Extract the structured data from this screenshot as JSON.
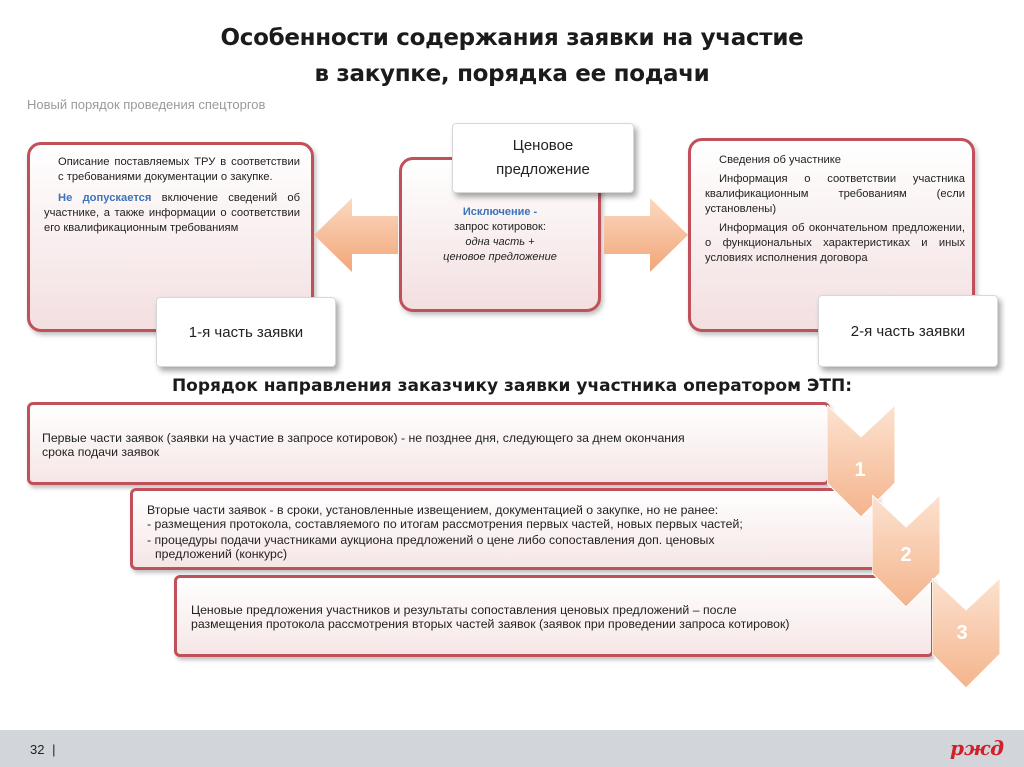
{
  "header": {
    "title_line1": "Особенности содержания заявки на участие",
    "title_line2": "в закупке, порядка ее подачи",
    "subtitle": "Новый порядок проведения спецторгов"
  },
  "left_box": {
    "para1": "Описание поставляемых ТРУ в соответствии с требованиями документации о закупке.",
    "para2_highlight": "Не допускается",
    "para2_rest": " включение сведений об участнике, а также информации о соответствии его квалификационным требованиям",
    "label": "1-я часть заявки"
  },
  "center_box": {
    "label": "Ценовое предложение",
    "exception_title": "Исключение -",
    "exception_line": "запрос котировок:",
    "exception_italic1": "одна часть +",
    "exception_italic2": "ценовое предложение"
  },
  "right_box": {
    "item1": "Сведения об участнике",
    "item2": "Информация о соответствии участника квалификационным требованиям (если установлены)",
    "item3": "Информация об окончательном предложении, о функциональных характеристиках и иных условиях исполнения договора",
    "label": "2-я часть заявки"
  },
  "procedure": {
    "heading": "Порядок направления заказчику заявки участника оператором ЭТП:",
    "steps": [
      {
        "number": "1",
        "lines": [
          "Первые части заявок (заявки на участие в запросе котировок) - не позднее дня, следующего за днем окончания",
          "срока подачи заявок"
        ]
      },
      {
        "number": "2",
        "lines": [
          "Вторые части заявок - в сроки, установленные извещением, документацией о закупке, но не ранее:",
          "- размещения протокола, составляемого по итогам рассмотрения первых частей, новых первых частей;",
          "- процедуры подачи участниками аукциона предложений о цене либо сопоставления доп. ценовых",
          "  предложений (конкурс)"
        ]
      },
      {
        "number": "3",
        "lines": [
          "Ценовые предложения участников и результаты сопоставления ценовых предложений  – после",
          "размещения протокола рассмотрения вторых частей заявок (заявок при проведении запроса котировок)"
        ]
      }
    ]
  },
  "footer": {
    "page_number": "32",
    "separator": "|",
    "logo_text": "ржд",
    "logo_color": "#d0202a"
  },
  "colors": {
    "border_red": "#c0505a",
    "arrow_orange": "#f5b089",
    "chevron": "#f6c29c",
    "accent_blue": "#3b74b8"
  }
}
